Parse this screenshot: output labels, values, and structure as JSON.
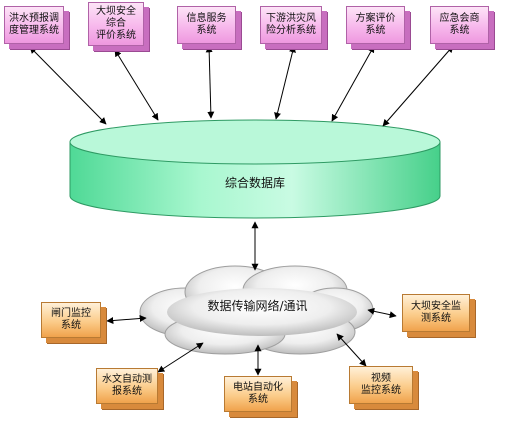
{
  "top_systems": [
    {
      "label": "洪水预报调\n度管理系统"
    },
    {
      "label": "大坝安全\n综合\n评价系统"
    },
    {
      "label": "信息服务\n系统"
    },
    {
      "label": "下游洪灾风\n险分析系统"
    },
    {
      "label": "方案评价\n系统"
    },
    {
      "label": "应急会商\n系统"
    }
  ],
  "database": {
    "label": "综合数据库",
    "color": "#9ff5c8"
  },
  "network": {
    "label": "数据传输网络/通讯"
  },
  "bottom_systems": [
    {
      "label": "闸门监控\n系统"
    },
    {
      "label": "水文自动测\n报系统"
    },
    {
      "label": "电站自动化\n系统"
    },
    {
      "label": "视频\n监控系统"
    },
    {
      "label": "大坝安全监\n测系统"
    }
  ]
}
